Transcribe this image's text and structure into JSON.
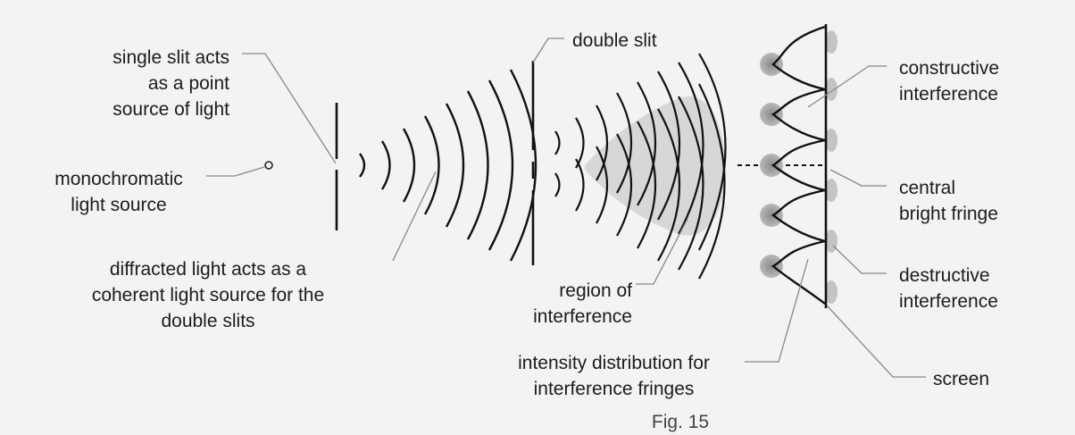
{
  "labels": {
    "single_slit": [
      "single slit acts",
      "as a point",
      "source of light"
    ],
    "light_source": [
      "monochromatic",
      "light source"
    ],
    "diffracted": [
      "diffracted light acts as a",
      "coherent light source for the",
      "double slits"
    ],
    "double_slit": "double slit",
    "region": [
      "region of",
      "interference"
    ],
    "intensity": [
      "intensity distribution for",
      "interference fringes"
    ],
    "constructive": [
      "constructive",
      "interference"
    ],
    "central": [
      "central",
      "bright fringe"
    ],
    "destructive": [
      "destructive",
      "interference"
    ],
    "screen": "screen",
    "caption": "Fig. 15"
  }
}
